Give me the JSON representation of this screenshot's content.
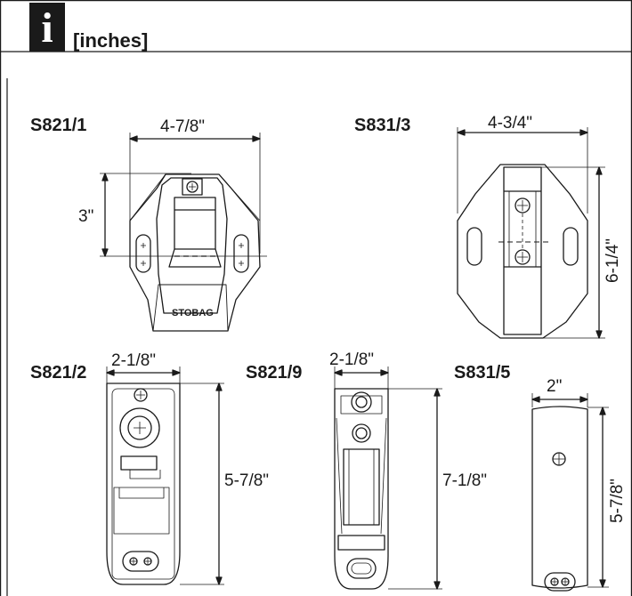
{
  "header": {
    "icon_glyph": "i",
    "icon_name": "info-icon",
    "title": "[inches]"
  },
  "brand_mark": "STOBAG",
  "models": [
    {
      "id": "S821/1",
      "width": "4-7/8\"",
      "height": "3\""
    },
    {
      "id": "S831/3",
      "width": "4-3/4\"",
      "height": "6-1/4\""
    },
    {
      "id": "S821/2",
      "width": "2-1/8\"",
      "height": "5-7/8\""
    },
    {
      "id": "S821/9",
      "width": "2-1/8\"",
      "height": "7-1/8\""
    },
    {
      "id": "S831/5",
      "width": "2\"",
      "height": "5-7/8\""
    }
  ],
  "colors": {
    "ink": "#1a1a1a",
    "background": "#ffffff"
  }
}
